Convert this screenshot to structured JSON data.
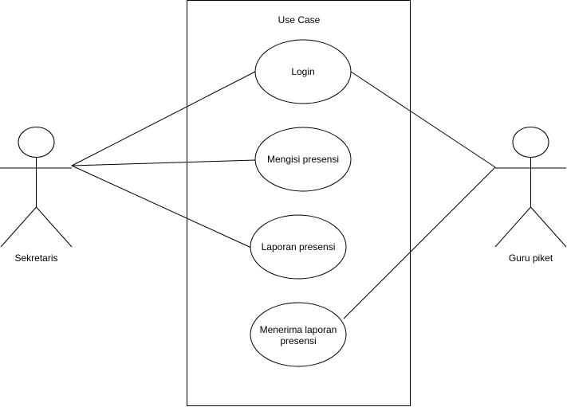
{
  "system": {
    "title": "Use Case"
  },
  "actors": [
    {
      "id": "sekretaris",
      "label": "Sekretaris"
    },
    {
      "id": "guru",
      "label": "Guru piket"
    }
  ],
  "use_cases": [
    {
      "id": "login",
      "lines": [
        "Login"
      ]
    },
    {
      "id": "mengisi",
      "lines": [
        "Mengisi presensi"
      ]
    },
    {
      "id": "laporan",
      "lines": [
        "Laporan presensi"
      ]
    },
    {
      "id": "menerima",
      "lines": [
        "Menerima laporan",
        "presensi"
      ]
    }
  ],
  "associations": [
    {
      "actor": "sekretaris",
      "use_case": "login"
    },
    {
      "actor": "sekretaris",
      "use_case": "mengisi"
    },
    {
      "actor": "sekretaris",
      "use_case": "laporan"
    },
    {
      "actor": "guru",
      "use_case": "login"
    },
    {
      "actor": "guru",
      "use_case": "menerima"
    }
  ],
  "colors": {
    "stroke": "#000000",
    "fill": "#ffffff"
  }
}
